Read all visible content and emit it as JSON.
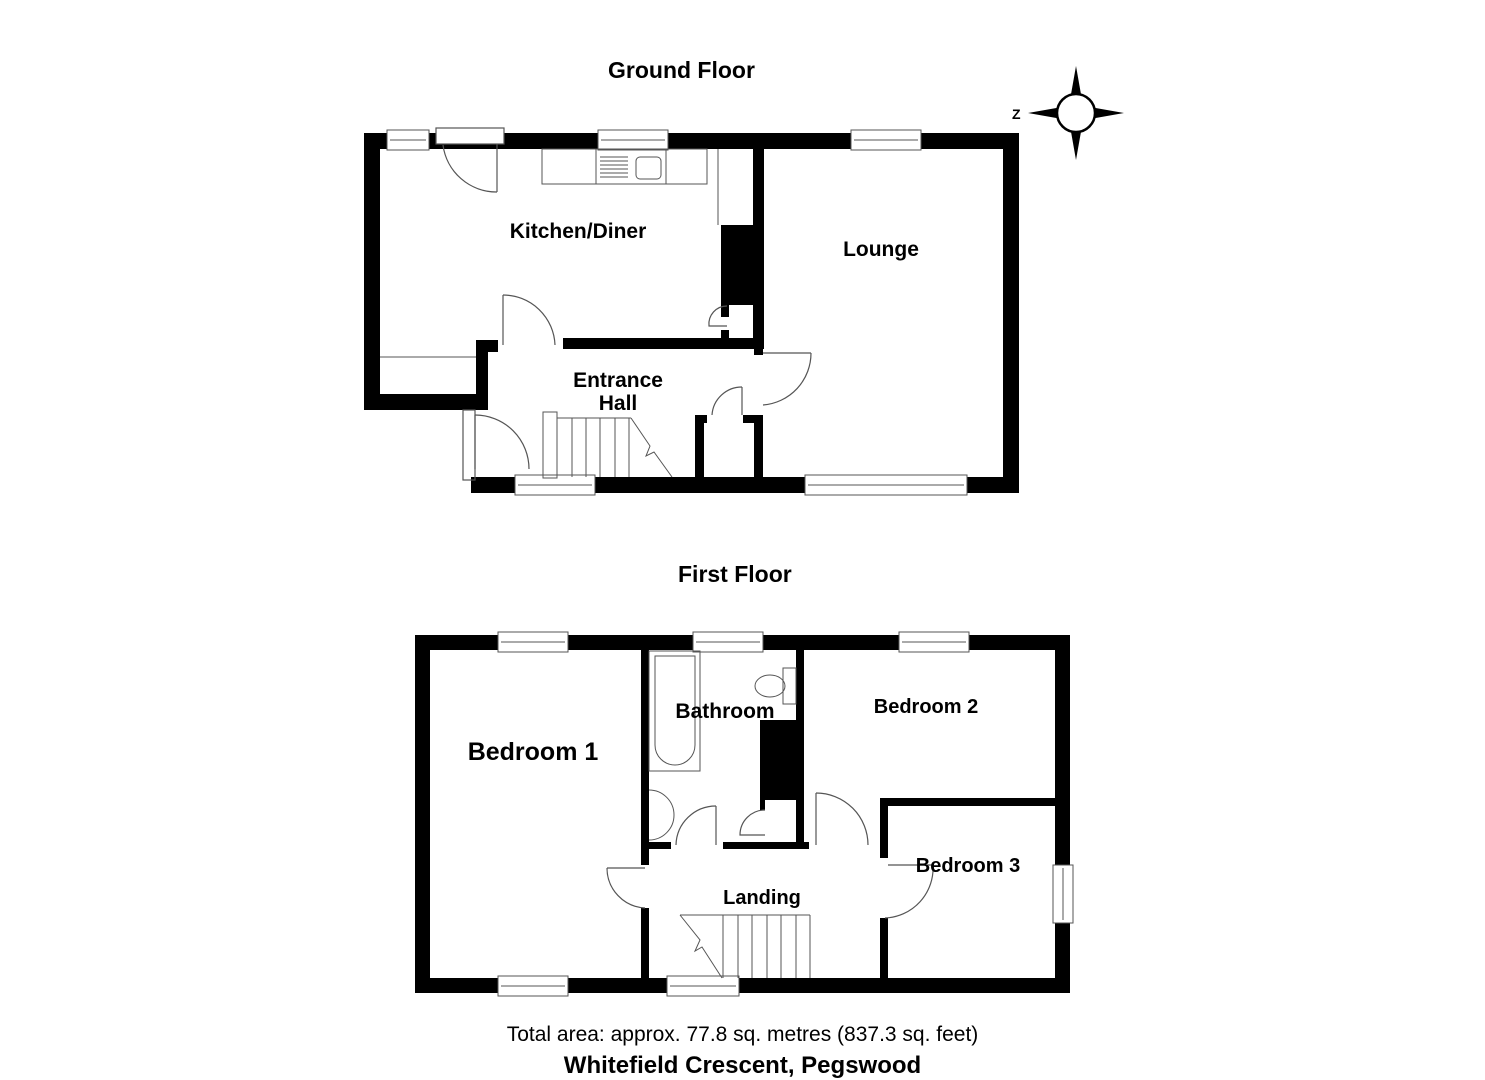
{
  "ground_floor": {
    "title": "Ground Floor",
    "rooms": {
      "kitchen": "Kitchen/Diner",
      "lounge": "Lounge",
      "entrance_line1": "Entrance",
      "entrance_line2": "Hall"
    }
  },
  "first_floor": {
    "title": "First Floor",
    "rooms": {
      "bedroom1": "Bedroom 1",
      "bathroom": "Bathroom",
      "bedroom2": "Bedroom 2",
      "bedroom3": "Bedroom 3",
      "landing": "Landing"
    }
  },
  "compass": {
    "label": "Z",
    "icon": "compass-rose-icon"
  },
  "footer": {
    "total_area": "Total area: approx. 77.8 sq. metres (837.3 sq. feet)",
    "address": "Whitefield Crescent, Pegswood"
  },
  "colors": {
    "wall": "#000000",
    "background": "#ffffff",
    "fixture_line": "#555555"
  }
}
